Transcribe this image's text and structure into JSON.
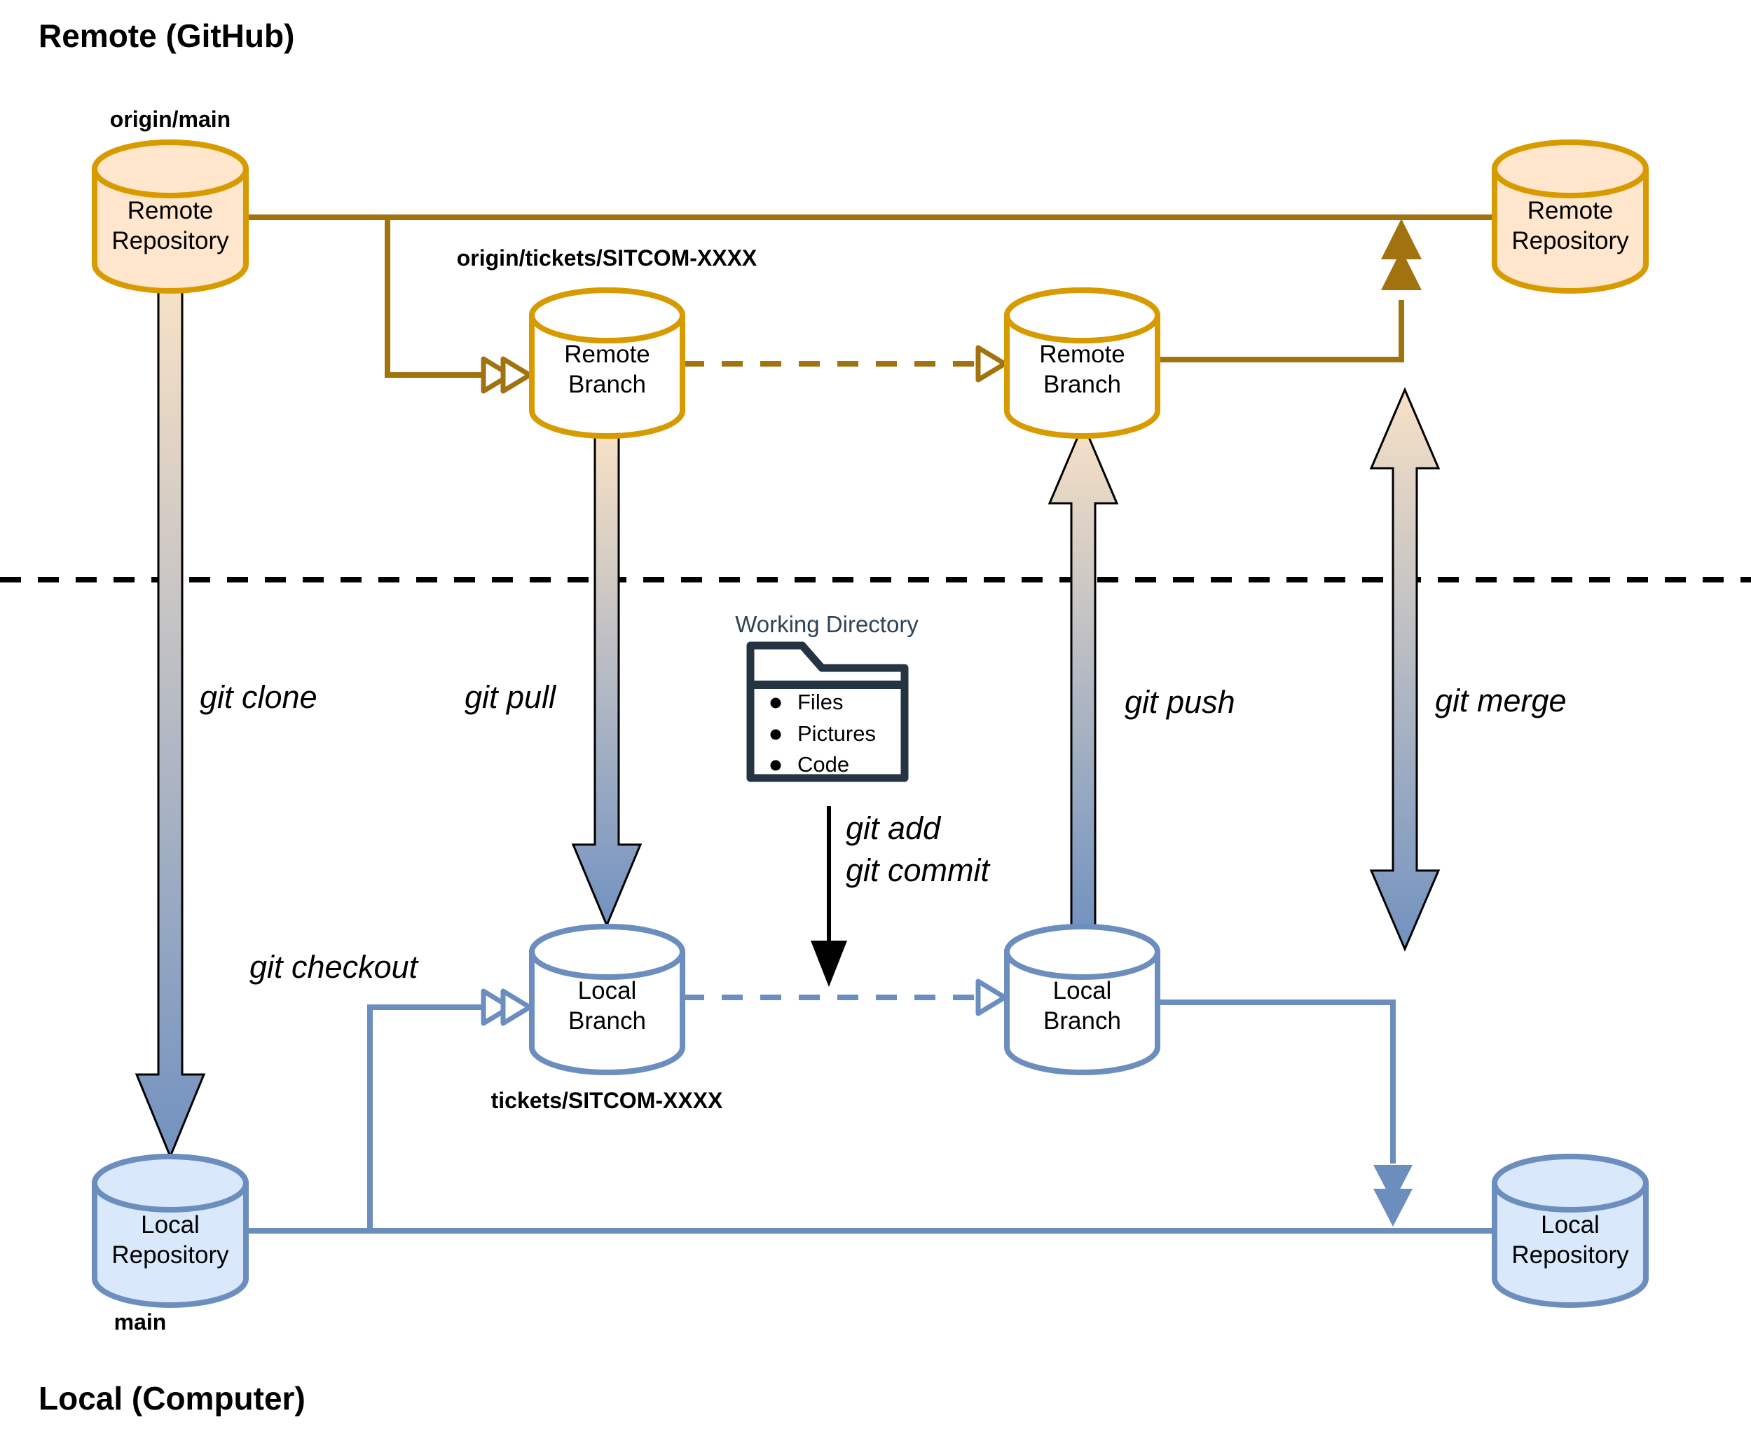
{
  "titles": {
    "remote": "Remote (GitHub)",
    "local": "Local (Computer)"
  },
  "nodes": {
    "remote_repo_main": {
      "label": "Remote\nRepository"
    },
    "remote_repo_merged": {
      "label": "Remote\nRepository"
    },
    "remote_branch_ticket": {
      "label": "Remote\nBranch"
    },
    "remote_branch_updated": {
      "label": "Remote\nBranch"
    },
    "local_branch_ticket": {
      "label": "Local\nBranch"
    },
    "local_branch_updated": {
      "label": "Local\nBranch"
    },
    "local_repo_main": {
      "label": "Local\nRepository"
    },
    "local_repo_merged": {
      "label": "Local\nRepository"
    }
  },
  "branch_tags": {
    "origin_main": "origin/main",
    "origin_ticket": "origin/tickets/SITCOM-XXXX",
    "local_ticket": "tickets/SITCOM-XXXX",
    "local_main": "main"
  },
  "working_directory": {
    "title": "Working Directory",
    "icon": "folder-icon",
    "items": [
      "Files",
      "Pictures",
      "Code"
    ]
  },
  "commands": {
    "clone": "git clone",
    "pull": "git pull",
    "checkout": "git checkout",
    "add_commit": "git add\ngit commit",
    "push": "git push",
    "merge": "git merge"
  },
  "colors": {
    "remote_fill": "#FFE6CC",
    "remote_stroke": "#D79B00",
    "remote_connector": "#A0730F",
    "local_fill": "#DAE8FC",
    "local_stroke": "#6C8EBF",
    "branch_fill": "#FFFFFF",
    "gradient_top": "#F7E1C6",
    "gradient_bottom": "#7292C0",
    "separator": "#000000",
    "folder": "#243442",
    "working_directory_text": "#2E4356"
  }
}
